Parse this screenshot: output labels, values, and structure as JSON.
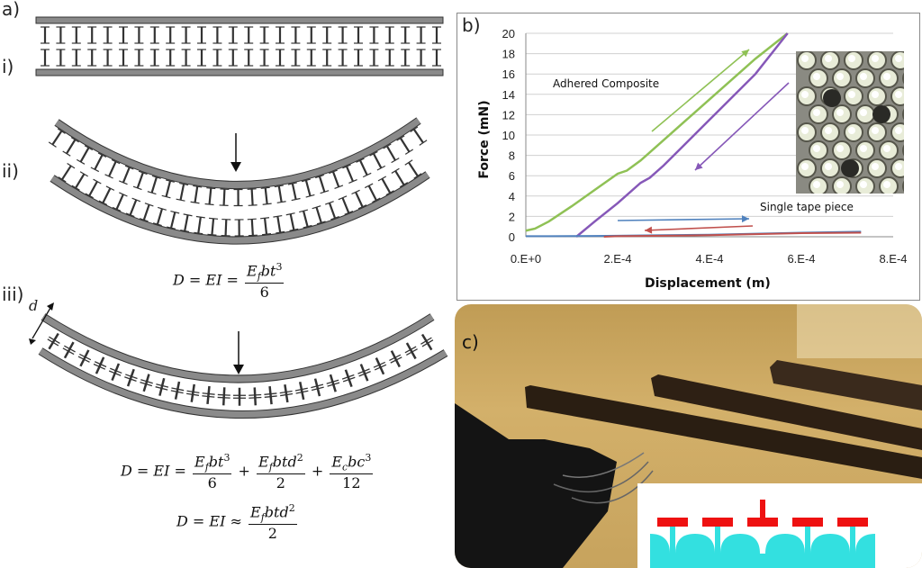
{
  "panels": {
    "a": "a)",
    "b": "b)",
    "c": "c)",
    "i": "i)",
    "ii": "ii)",
    "iii": "iii)",
    "d_label": "d"
  },
  "equations": {
    "eq1_lhs": "D =  EI =",
    "eq1_num": "E",
    "eq1_num_sub": "f",
    "eq1_num_rest": "bt",
    "eq1_num_sup": "3",
    "eq1_den": "6",
    "eq2_lhs": "D =  EI =",
    "eq2_t1_num": "E",
    "eq2_t1_sub": "f",
    "eq2_t1_rest": "bt",
    "eq2_t1_sup": "3",
    "eq2_t1_den": "6",
    "eq2_plus1": "+",
    "eq2_t2_num": "E",
    "eq2_t2_sub": "f",
    "eq2_t2_rest": "btd",
    "eq2_t2_sup": "2",
    "eq2_t2_den": "2",
    "eq2_plus2": "+",
    "eq2_t3_num": "E",
    "eq2_t3_sub": "c",
    "eq2_t3_rest": "bc",
    "eq2_t3_sup": "3",
    "eq2_t3_den": "12",
    "eq3_lhs": "D =  EI ≈",
    "eq3_num": "E",
    "eq3_num_sub": "f",
    "eq3_num_rest": "btd",
    "eq3_num_sup": "2",
    "eq3_den": "2"
  },
  "chart_data": {
    "type": "line",
    "xlabel": "Displacement (m)",
    "ylabel": "Force (mN)",
    "xlim": [
      0,
      0.0008
    ],
    "ylim": [
      0,
      20
    ],
    "x_ticks": [
      "0.E+0",
      "2.E-4",
      "4.E-4",
      "6.E-4",
      "8.E-4"
    ],
    "y_ticks": [
      "0",
      "2",
      "4",
      "6",
      "8",
      "10",
      "12",
      "14",
      "16",
      "18",
      "20"
    ],
    "grid": true,
    "annotations": [
      "Adhered Composite",
      "Single tape piece"
    ],
    "series": [
      {
        "color": "#8fc155",
        "x": [
          0,
          2e-05,
          5e-05,
          0.0001,
          0.00015,
          0.0002,
          0.00022,
          0.00025,
          0.0003,
          0.0004,
          0.0005,
          0.00057
        ],
        "values": [
          0.6,
          0.8,
          1.5,
          3.0,
          4.6,
          6.2,
          6.5,
          7.5,
          9.5,
          13.5,
          17.5,
          20
        ]
      },
      {
        "color": "#8658b8",
        "x": [
          0.00011,
          0.00015,
          0.0002,
          0.00025,
          0.00027,
          0.0003,
          0.0004,
          0.0005,
          0.00057
        ],
        "values": [
          0,
          1.5,
          3.3,
          5.3,
          5.8,
          7.0,
          11.5,
          16.0,
          20
        ]
      },
      {
        "color": "#4f81bd",
        "x": [
          0,
          5e-05,
          0.0001,
          0.00015,
          0.0002,
          0.0003,
          0.0004,
          0.0005,
          0.0006,
          0.00073
        ],
        "values": [
          0.05,
          0.05,
          0.07,
          0.08,
          0.1,
          0.15,
          0.2,
          0.3,
          0.4,
          0.5
        ]
      },
      {
        "color": "#c0504d",
        "x": [
          0.00017,
          0.0002,
          0.0003,
          0.0004,
          0.0005,
          0.0006,
          0.00073
        ],
        "values": [
          0,
          0.05,
          0.1,
          0.15,
          0.25,
          0.35,
          0.4
        ]
      }
    ]
  },
  "colors": {
    "bar": "#8a8a8a",
    "green": "#8fc155",
    "purple": "#8658b8",
    "blue": "#4f81bd",
    "red": "#c0504d",
    "inset_cyan": "#33e0e0",
    "inset_red": "#ee1111"
  }
}
